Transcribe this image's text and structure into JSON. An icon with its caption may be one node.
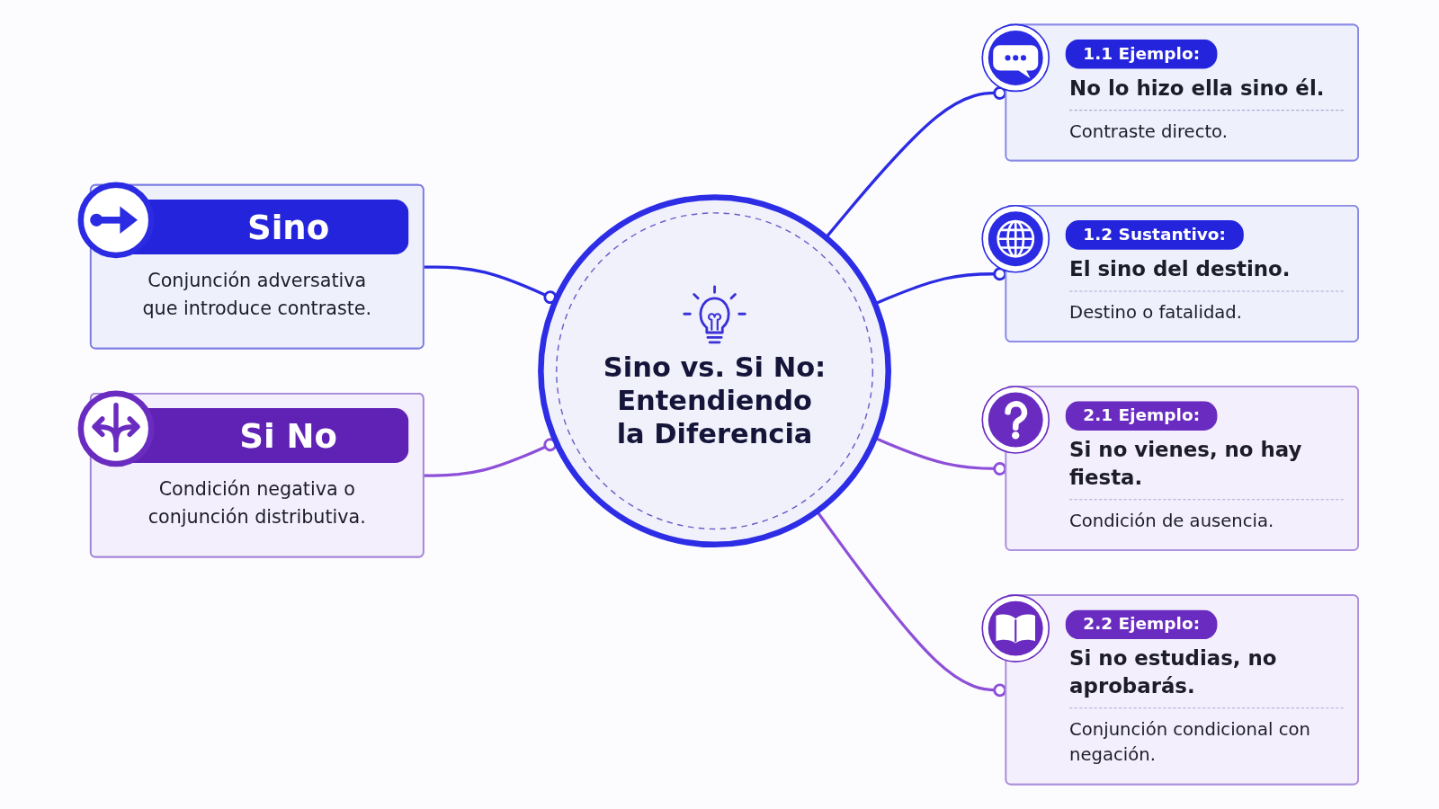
{
  "diagram": {
    "nodes": [
      {
        "text": [
          "Sino vs. Si No: Entendiendo la Diferencia"
        ]
      },
      {
        "text": [
          "Sino",
          "Conjunción adversativa que introduce contraste."
        ]
      },
      {
        "text": [
          "1.1 Ejemplo:",
          "No lo hizo ella sino él.",
          "Contraste directo."
        ]
      },
      {
        "text": [
          "1.2 Sustantivo:",
          "El sino del destino.",
          "Destino o fatalidad."
        ]
      },
      {
        "text": [
          "Si No",
          "Condición negativa o conjunción distributiva."
        ]
      },
      {
        "text": [
          "2.1 Ejemplo:",
          "Si no vienes, no hay fiesta.",
          "Condición de ausencia."
        ]
      },
      {
        "text": [
          "2.2 Ejemplo:",
          "Si no estudias, no aprobarás.",
          "Conjunción condicional con negación."
        ]
      }
    ],
    "edges": [
      {
        "from": 1,
        "to": 0,
        "arrow": "other",
        "color": "#2b2be3"
      },
      {
        "from": 0,
        "to": 2,
        "arrow": "other",
        "color": "#2b2be3"
      },
      {
        "from": 0,
        "to": 3,
        "arrow": "other",
        "color": "#2b2be3"
      },
      {
        "from": 4,
        "to": 0,
        "arrow": "other",
        "color": "#8d4fd8"
      },
      {
        "from": 0,
        "to": 5,
        "arrow": "other",
        "color": "#8d4fd8"
      },
      {
        "from": 0,
        "to": 6,
        "arrow": "other",
        "color": "#8d4fd8"
      }
    ]
  }
}
